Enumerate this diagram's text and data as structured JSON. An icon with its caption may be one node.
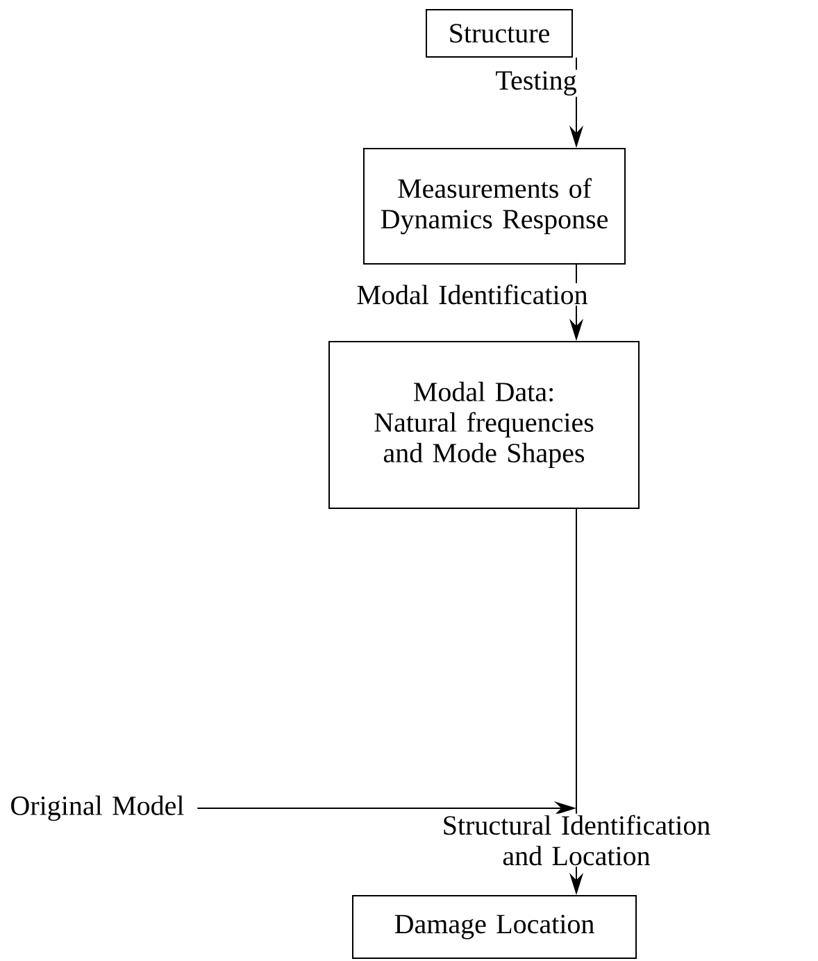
{
  "diagram": {
    "nodes": [
      {
        "text": [
          "Structure"
        ]
      },
      {
        "text": [
          "Measurements of Dynamics Response"
        ]
      },
      {
        "text": [
          "Modal Data:",
          "Natural frequencies and Mode Shapes"
        ]
      },
      {
        "text": [
          "Original Model"
        ]
      },
      {
        "text": [
          "Damage Location"
        ]
      }
    ],
    "edges": [
      {
        "from": 0,
        "to": 1,
        "arrow": "to",
        "label": "Testing"
      },
      {
        "from": 1,
        "to": 2,
        "arrow": "to",
        "label": "Modal Identification"
      },
      {
        "from": 2,
        "to": 4,
        "arrow": "to",
        "label": "Structural Identification and Location"
      },
      {
        "from": 3,
        "to": null,
        "arrow": "to"
      }
    ]
  }
}
